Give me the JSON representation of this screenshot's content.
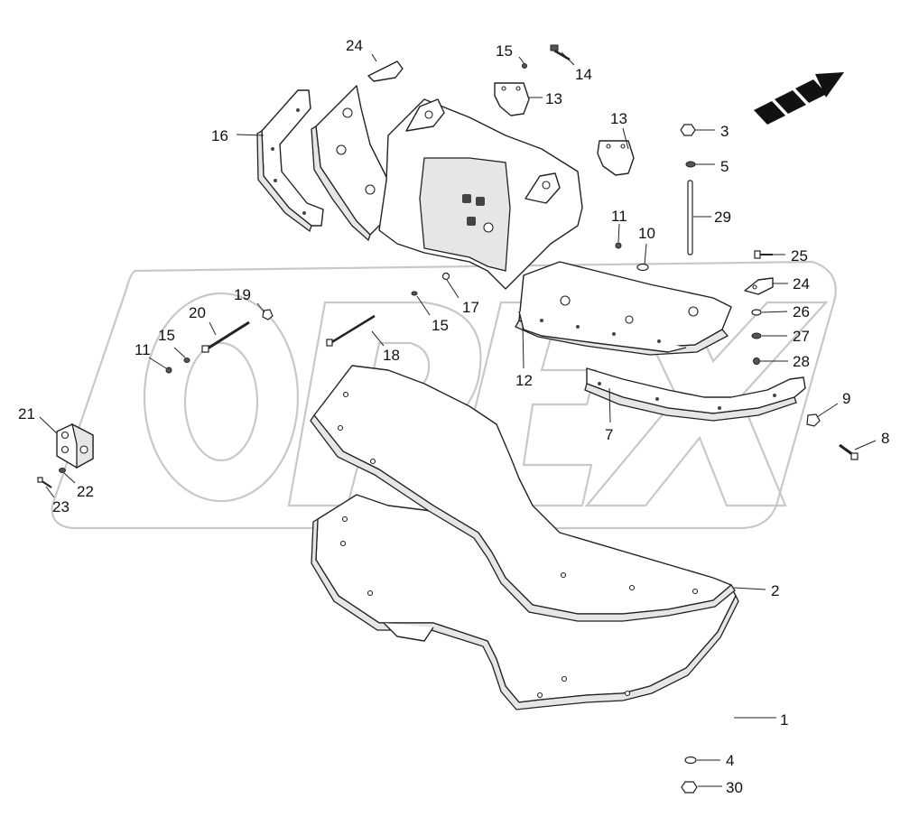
{
  "watermark": {
    "text": "OPEX",
    "color": "#c8c8c8"
  },
  "parts": {
    "p1": "1",
    "p2": "2",
    "p3": "3",
    "p4": "4",
    "p5": "5",
    "p7": "7",
    "p8": "8",
    "p9": "9",
    "p10": "10",
    "p11a": "11",
    "p11b": "11",
    "p12": "12",
    "p13a": "13",
    "p13b": "13",
    "p14": "14",
    "p15a": "15",
    "p15b": "15",
    "p15c": "15",
    "p16": "16",
    "p17": "17",
    "p18": "18",
    "p19": "19",
    "p20": "20",
    "p21": "21",
    "p22": "22",
    "p23": "23",
    "p24a": "24",
    "p24b": "24",
    "p25": "25",
    "p26": "26",
    "p27": "27",
    "p28": "28",
    "p29": "29",
    "p30": "30"
  },
  "icons": {
    "direction": "forward-direction-arrow-icon"
  }
}
